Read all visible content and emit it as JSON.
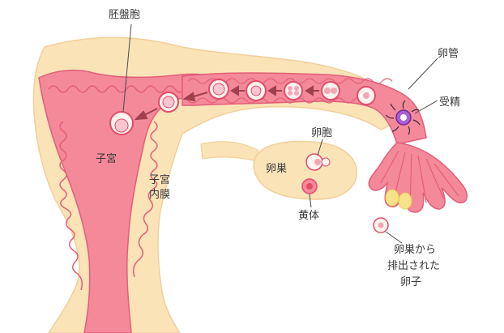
{
  "labels": {
    "blastocyst": "胚盤胞",
    "oviduct": "卵管",
    "fertilization": "受精",
    "follicle": "卵胞",
    "ovary": "卵巣",
    "corpus_luteum": "黄体",
    "uterus": "子宮",
    "endometrium_line1": "子宮",
    "endometrium_line2": "内膜",
    "released_line1": "卵巣から",
    "released_line2": "排出された",
    "released_line3": "卵子"
  },
  "colors": {
    "tissue": "#fbe3b8",
    "tissue_edge": "#f2cf98",
    "lumen": "#f4899a",
    "lumen_dark": "#e25f78",
    "cell_ring": "#e24c68",
    "cell_fill": "#fdf3ef",
    "sperm_core": "#a95fd4",
    "fimbria_yellow": "#f6e28a"
  }
}
